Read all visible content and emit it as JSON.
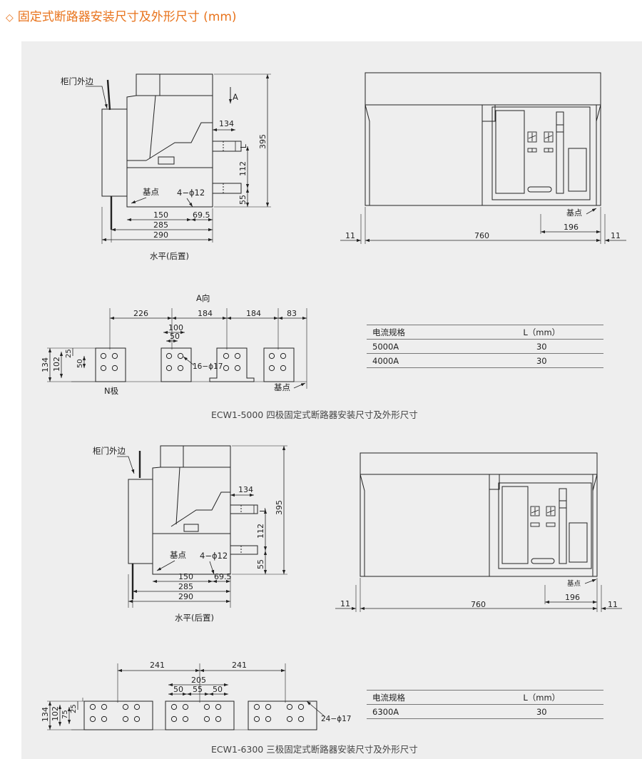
{
  "heading": {
    "marker": "◇",
    "text": "固定式断路器安装尺寸及外形尺寸 (mm)"
  },
  "colors": {
    "accent": "#e8731c",
    "panel": "#eeeeee",
    "line": "#222222"
  },
  "sections": [
    {
      "side": {
        "door_label": "柜门外边",
        "arrow_label": "A",
        "base_label": "基点",
        "holes": "4−ϕ12",
        "dims": {
          "d134": "134",
          "dL": "L",
          "d395": "395",
          "d112": "112",
          "d55": "55",
          "d150": "150",
          "d69": "69.5",
          "d285": "285",
          "d290": "290"
        },
        "caption": "水平(后置)"
      },
      "front": {
        "base_label": "基点",
        "d11a": "11",
        "d760": "760",
        "d196": "196",
        "d11b": "11"
      },
      "bottom": {
        "title": "A向",
        "dims": {
          "a": "226",
          "b": "184",
          "c": "184",
          "d": "83",
          "e": "100",
          "f": "50",
          "v134": "134",
          "v102": "102",
          "v25": "25",
          "v50": "50"
        },
        "holes": "16−ϕ17",
        "pole_label": "N极",
        "base_label": "基点"
      },
      "table": {
        "headers": [
          "电流规格",
          "L（mm）"
        ],
        "rows": [
          [
            "5000A",
            "30"
          ],
          [
            "4000A",
            "30"
          ]
        ]
      },
      "caption": "ECW1-5000 四极固定式断路器安装尺寸及外形尺寸"
    },
    {
      "side": {
        "door_label": "柜门外边",
        "base_label": "基点",
        "holes": "4−ϕ12",
        "dims": {
          "d134": "134",
          "dL": "L",
          "d395": "395",
          "d112": "112",
          "d55": "55",
          "d150": "150",
          "d69": "69.5",
          "d285": "285",
          "d290": "290"
        },
        "caption": "水平(后置)"
      },
      "front": {
        "base_label": "基点",
        "d11a": "11",
        "d760": "760",
        "d196": "196",
        "d11b": "11"
      },
      "bottom": {
        "dims": {
          "a": "241",
          "b": "241",
          "c": "205",
          "d": "50",
          "e": "55",
          "f": "50",
          "v134": "134",
          "v102": "102",
          "v75": "75",
          "v25": "25"
        },
        "holes": "24−ϕ17"
      },
      "table": {
        "headers": [
          "电流规格",
          "L（mm）"
        ],
        "rows": [
          [
            "6300A",
            "30"
          ]
        ]
      },
      "caption": "ECW1-6300 三极固定式断路器安装尺寸及外形尺寸"
    }
  ]
}
